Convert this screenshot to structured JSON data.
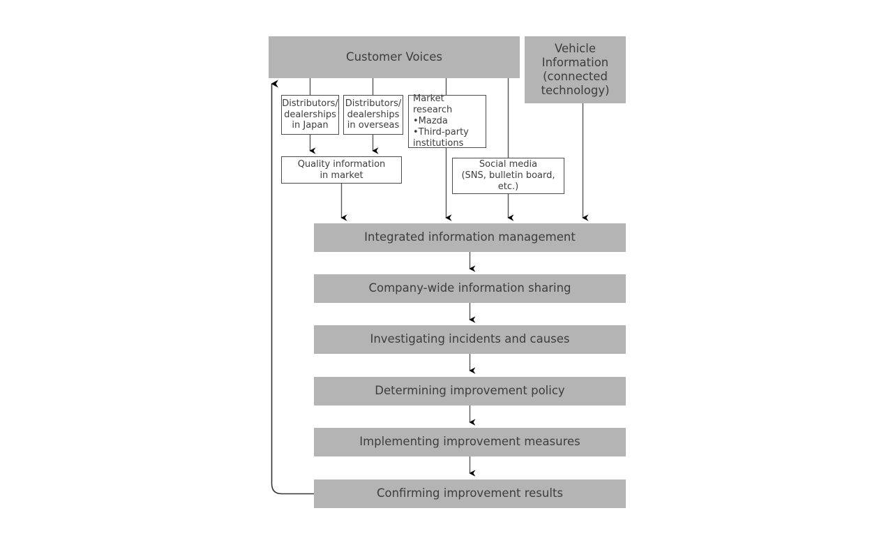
{
  "diagram": {
    "title": "Customer feedback and quality improvement flow",
    "colors": {
      "box_fill_gray": "#b4b4b4",
      "box_fill_white": "#ffffff",
      "border": "#4a4a4a",
      "text": "#3d3d3d",
      "connector": "#555555",
      "arrowhead": "#000000",
      "background": "#ffffff"
    },
    "sources": {
      "customer_voices": "Customer Voices",
      "vehicle_information": "Vehicle\nInformation\n(connected\ntechnology)"
    },
    "channels": {
      "distributors_japan": "Distributors/\ndealerships\nin Japan",
      "distributors_overseas": "Distributors/\ndealerships\nin overseas",
      "market_research": "Market research\n•Mazda\n•Third-party\n  institutions",
      "quality_information": "Quality information\nin market",
      "social_media": "Social media\n(SNS, bulletin board, etc.)"
    },
    "process_steps": [
      {
        "id": "integrated-information-management",
        "label": "Integrated information management"
      },
      {
        "id": "company-wide-information-sharing",
        "label": "Company-wide information sharing"
      },
      {
        "id": "investigating-incidents-and-causes",
        "label": "Investigating incidents and causes"
      },
      {
        "id": "determining-improvement-policy",
        "label": "Determining improvement policy"
      },
      {
        "id": "implementing-improvement-measures",
        "label": "Implementing improvement measures"
      },
      {
        "id": "confirming-improvement-results",
        "label": "Confirming improvement results"
      }
    ],
    "feedback_loop": {
      "from": "Confirming improvement results",
      "to": "Customer Voices"
    }
  }
}
